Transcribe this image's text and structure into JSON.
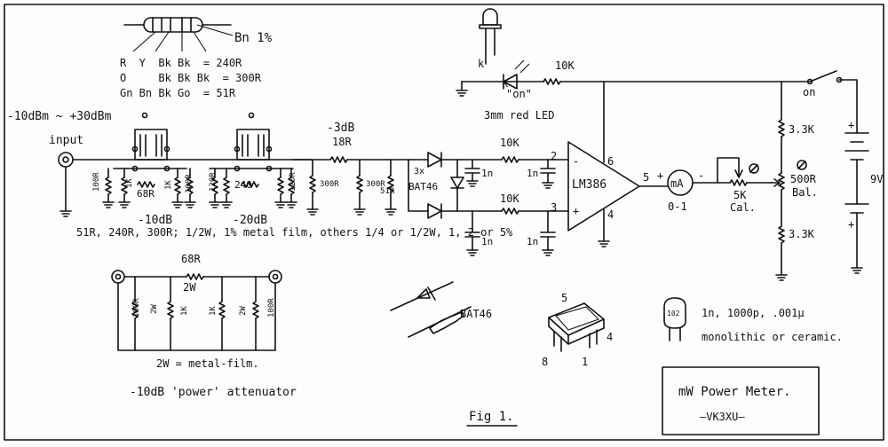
{
  "color_code": {
    "tolerance": "Bn 1%",
    "rows": [
      "R  Y  Bk Bk  = 240R",
      "O     Bk Bk Bk  = 300R",
      "Gn Bn Bk Go  = 51R"
    ]
  },
  "input": {
    "range": "-10dBm ~ +30dBm",
    "label": "input"
  },
  "attenuator_10db": {
    "label": "-10dB",
    "r_series": "68R",
    "r_shunt_a": "100R",
    "r_shunt_b": "1K"
  },
  "attenuator_20db": {
    "label": "-20dB",
    "r_series": "240",
    "r_shunt_a": "120R",
    "r_shunt_b": "120R"
  },
  "notes": {
    "resistors": "51R, 240R, 300R; 1/2W, 1% metal film, others 1/4 or 1/2W, 1, 2 or 5%"
  },
  "pad_3db": {
    "label": "-3dB",
    "r_series": "18R",
    "r_shunt_1": "300R",
    "r_shunt_2": "300R",
    "r_shunt_3": "51R"
  },
  "detector": {
    "count": "3x",
    "diode": "BAT46",
    "cap": "1n"
  },
  "amplifier": {
    "part": "LM386",
    "r_input": "10K",
    "pins": {
      "minus_pin": "2",
      "minus": "-",
      "plus_pin": "3",
      "plus": "+",
      "vcc_pin": "6",
      "gnd_pin": "4",
      "out_pin": "5"
    }
  },
  "meter": {
    "symbol": "mA",
    "plus": "+",
    "minus": "-",
    "range": "0-1"
  },
  "calibration": {
    "value": "5K",
    "label": "Cal."
  },
  "balance": {
    "r_top": "3.3K",
    "value": "500R",
    "label": "Bal.",
    "r_bottom": "3.3K"
  },
  "led": {
    "k": "k",
    "resistor": "10K",
    "on": "\"on\"",
    "type": "3mm red LED"
  },
  "power": {
    "switch": "on",
    "battery": "9V",
    "plus": "+"
  },
  "power_attenuator": {
    "r_series": "68R",
    "power": "2W",
    "r_shunt_a": "100R",
    "r_shunt_b": "1K",
    "note": "2W = metal-film.",
    "label": "-10dB 'power' attenuator"
  },
  "ic_package": {
    "pin5": "5",
    "pin4": "4",
    "pin8": "8",
    "pin1": "1"
  },
  "capacitor_note": {
    "code": "102",
    "values": "1n, 1000p, .001µ",
    "type": "monolithic or ceramic."
  },
  "title_block": {
    "title": "mW Power Meter.",
    "author": "—VK3XU—",
    "figure": "Fig 1."
  }
}
